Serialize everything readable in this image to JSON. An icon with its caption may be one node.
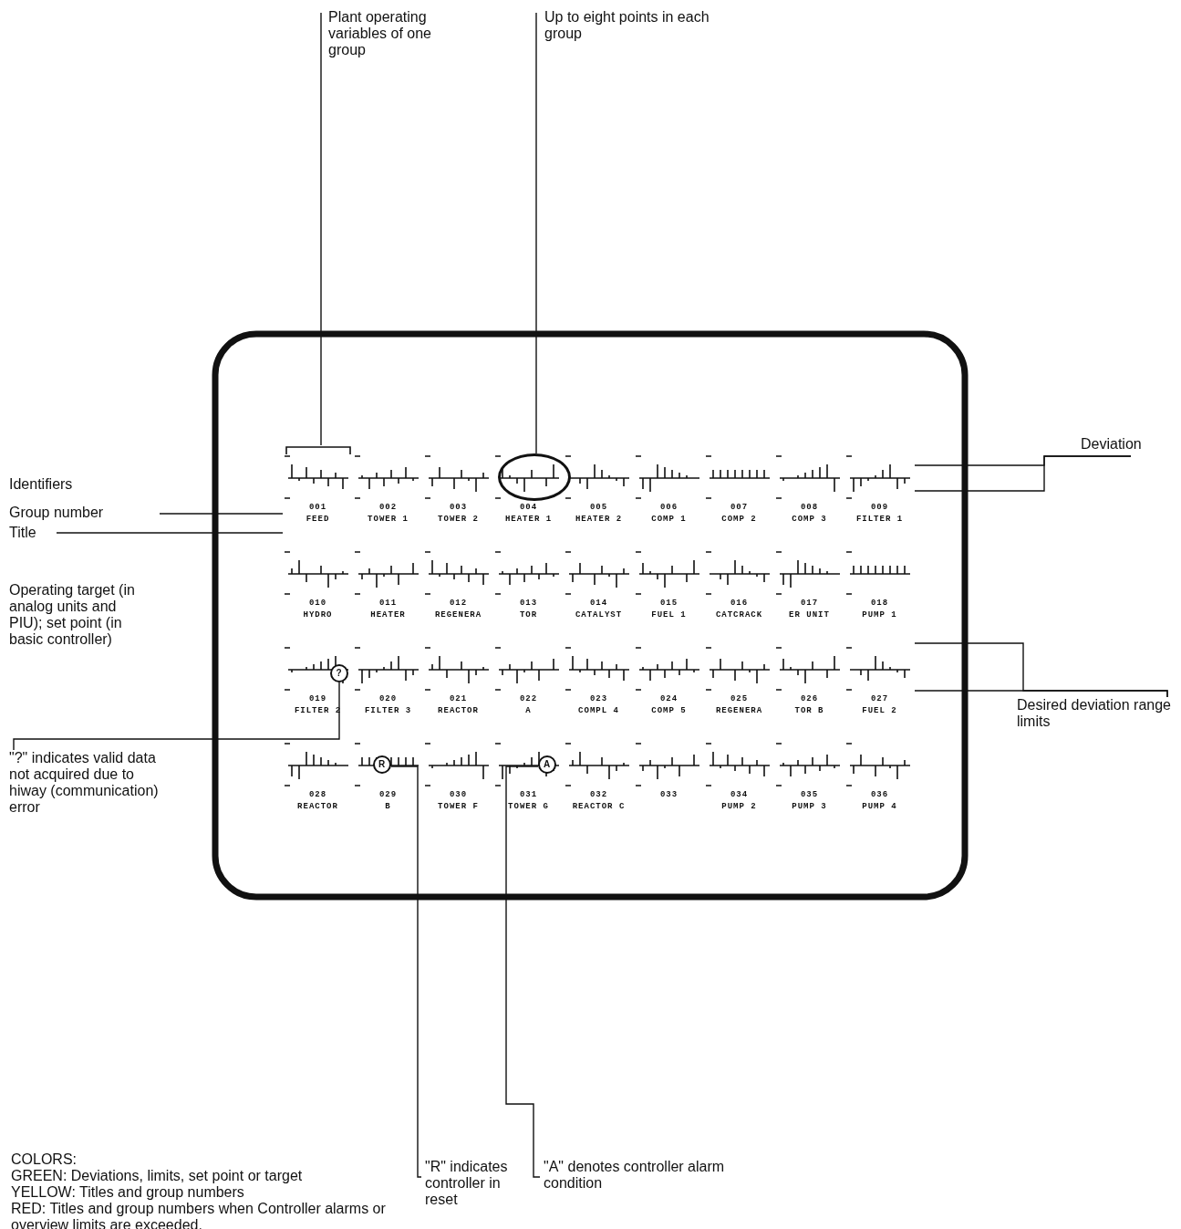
{
  "diagram": {
    "nodes": [
      {
        "text": [
          "Plant operating variables of one group"
        ]
      },
      {
        "text": [
          "Up to eight points in each group"
        ]
      },
      {
        "text": [],
        "shape": "box"
      },
      {
        "text": [
          "001",
          "FEED"
        ],
        "in": 2
      },
      {
        "text": [
          "002",
          "TOWER 1"
        ],
        "in": 2
      },
      {
        "text": [
          "003",
          "TOWER 2"
        ],
        "in": 2
      },
      {
        "text": [
          "004",
          "HEATER 1"
        ],
        "in": 2
      },
      {
        "text": [
          "005",
          "HEATER 2"
        ],
        "in": 2
      },
      {
        "text": [
          "006",
          "COMP 1"
        ],
        "in": 2
      },
      {
        "text": [
          "007",
          "COMP 2"
        ],
        "in": 2
      },
      {
        "text": [
          "008",
          "COMP 3"
        ],
        "in": 2
      },
      {
        "text": [
          "009",
          "FILTER 1"
        ],
        "in": 2
      },
      {
        "text": [
          "010",
          "HYDRO"
        ],
        "in": 2
      },
      {
        "text": [
          "011",
          "HEATER"
        ],
        "in": 2
      },
      {
        "text": [
          "012",
          "REGENERA"
        ],
        "in": 2
      },
      {
        "text": [
          "013",
          "TOR"
        ],
        "in": 2
      },
      {
        "text": [
          "014",
          "CATALYST"
        ],
        "in": 2
      },
      {
        "text": [
          "015",
          "FUEL 1"
        ],
        "in": 2
      },
      {
        "text": [
          "016",
          "CATCRACK"
        ],
        "in": 2
      },
      {
        "text": [
          "017",
          "ER UNIT"
        ],
        "in": 2
      },
      {
        "text": [
          "018",
          "PUMP 1"
        ],
        "in": 2
      },
      {
        "text": [
          "019",
          "FILTER 2"
        ],
        "in": 2
      },
      {
        "text": [
          "020",
          "FILTER 3"
        ],
        "in": 2
      },
      {
        "text": [
          "021",
          "REACTOR"
        ],
        "in": 2
      },
      {
        "text": [
          "022",
          "A"
        ],
        "in": 2
      },
      {
        "text": [
          "023",
          "COMPL 4"
        ],
        "in": 2
      },
      {
        "text": [
          "024",
          "COMP 5"
        ],
        "in": 2
      },
      {
        "text": [
          "025",
          "REGENERA"
        ],
        "in": 2
      },
      {
        "text": [
          "026",
          "TOR B"
        ],
        "in": 2
      },
      {
        "text": [
          "027",
          "FUEL 2"
        ],
        "in": 2
      },
      {
        "text": [
          "028",
          "REACTOR"
        ],
        "in": 2
      },
      {
        "text": [
          "029",
          "B"
        ],
        "in": 2
      },
      {
        "text": [
          "030",
          "TOWER F"
        ],
        "in": 2
      },
      {
        "text": [
          "031",
          "TOWER G"
        ],
        "in": 2
      },
      {
        "text": [
          "032",
          "REACTOR C"
        ],
        "in": 2
      },
      {
        "text": [
          "033"
        ],
        "in": 2
      },
      {
        "text": [
          "034",
          "PUMP 2"
        ],
        "in": 2
      },
      {
        "text": [
          "035",
          "PUMP 3"
        ],
        "in": 2
      },
      {
        "text": [
          "036",
          "PUMP 4"
        ],
        "in": 2
      },
      {
        "text": [],
        "shape": "circle",
        "in": 2
      },
      {
        "text": [
          "?"
        ],
        "in": 21
      },
      {
        "text": [
          "R"
        ],
        "in": 31
      },
      {
        "text": [
          "A"
        ],
        "in": 33
      },
      {
        "text": [
          "Deviation"
        ]
      },
      {
        "text": [
          "Group number"
        ]
      },
      {
        "text": [
          "Title"
        ]
      },
      {
        "text": [
          "Desired deviation range limits"
        ]
      },
      {
        "text": [
          "\"?\" indicates valid data not acquired due to hiway (communication) error"
        ]
      },
      {
        "text": [
          "\"R\" indicates controller in reset"
        ]
      },
      {
        "text": [
          "\"A\" denotes controller alarm condition"
        ]
      }
    ],
    "edges": [
      {
        "from": 0,
        "to": 3,
        "arrow": "none"
      },
      {
        "from": 1,
        "to": 39,
        "arrow": "none"
      },
      {
        "from": 43,
        "to": 11,
        "arrow": "none"
      },
      {
        "from": 43,
        "to": 11,
        "arrow": "none"
      },
      {
        "from": 44,
        "to": 3,
        "arrow": "none"
      },
      {
        "from": 45,
        "to": 3,
        "arrow": "none"
      },
      {
        "from": 46,
        "to": 29,
        "arrow": "none"
      },
      {
        "from": 46,
        "to": 29,
        "arrow": "none"
      },
      {
        "from": 47,
        "to": 40,
        "arrow": "none"
      },
      {
        "from": 48,
        "to": 41,
        "arrow": "none"
      },
      {
        "from": 49,
        "to": 42,
        "arrow": "none"
      }
    ],
    "labels": [
      "Identifiers",
      "Operating target (in analog units and PIU); set point (in basic controller)",
      "COLORS:",
      "GREEN: Deviations, limits, set point or target",
      "YELLOW: Titles and group numbers",
      "RED: Titles and group numbers when Controller alarms or overview limits are exceeded."
    ]
  }
}
